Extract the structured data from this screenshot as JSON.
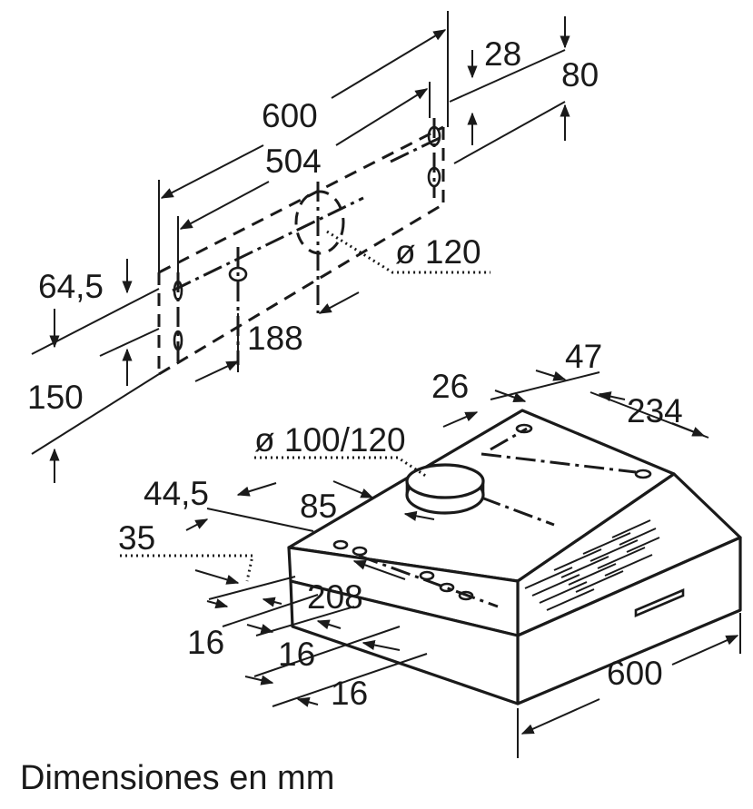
{
  "dimensions": {
    "top_width": "600",
    "hole_spacing": "504",
    "right_upper": "28",
    "right_outer": "80",
    "left_upper": "64,5",
    "left_height": "150",
    "center_offset": "188",
    "duct_diameter_wall": "ø 120",
    "depth_47": "47",
    "depth_26": "26",
    "width_234": "234",
    "duct_diameter_hood": "ø 100/120",
    "front_44_5": "44,5",
    "front_85": "85",
    "front_35": "35",
    "front_208": "208",
    "front_16_a": "16",
    "front_16_b": "16",
    "front_16_c": "16",
    "hood_width": "600"
  },
  "caption": "Dimensiones en mm"
}
